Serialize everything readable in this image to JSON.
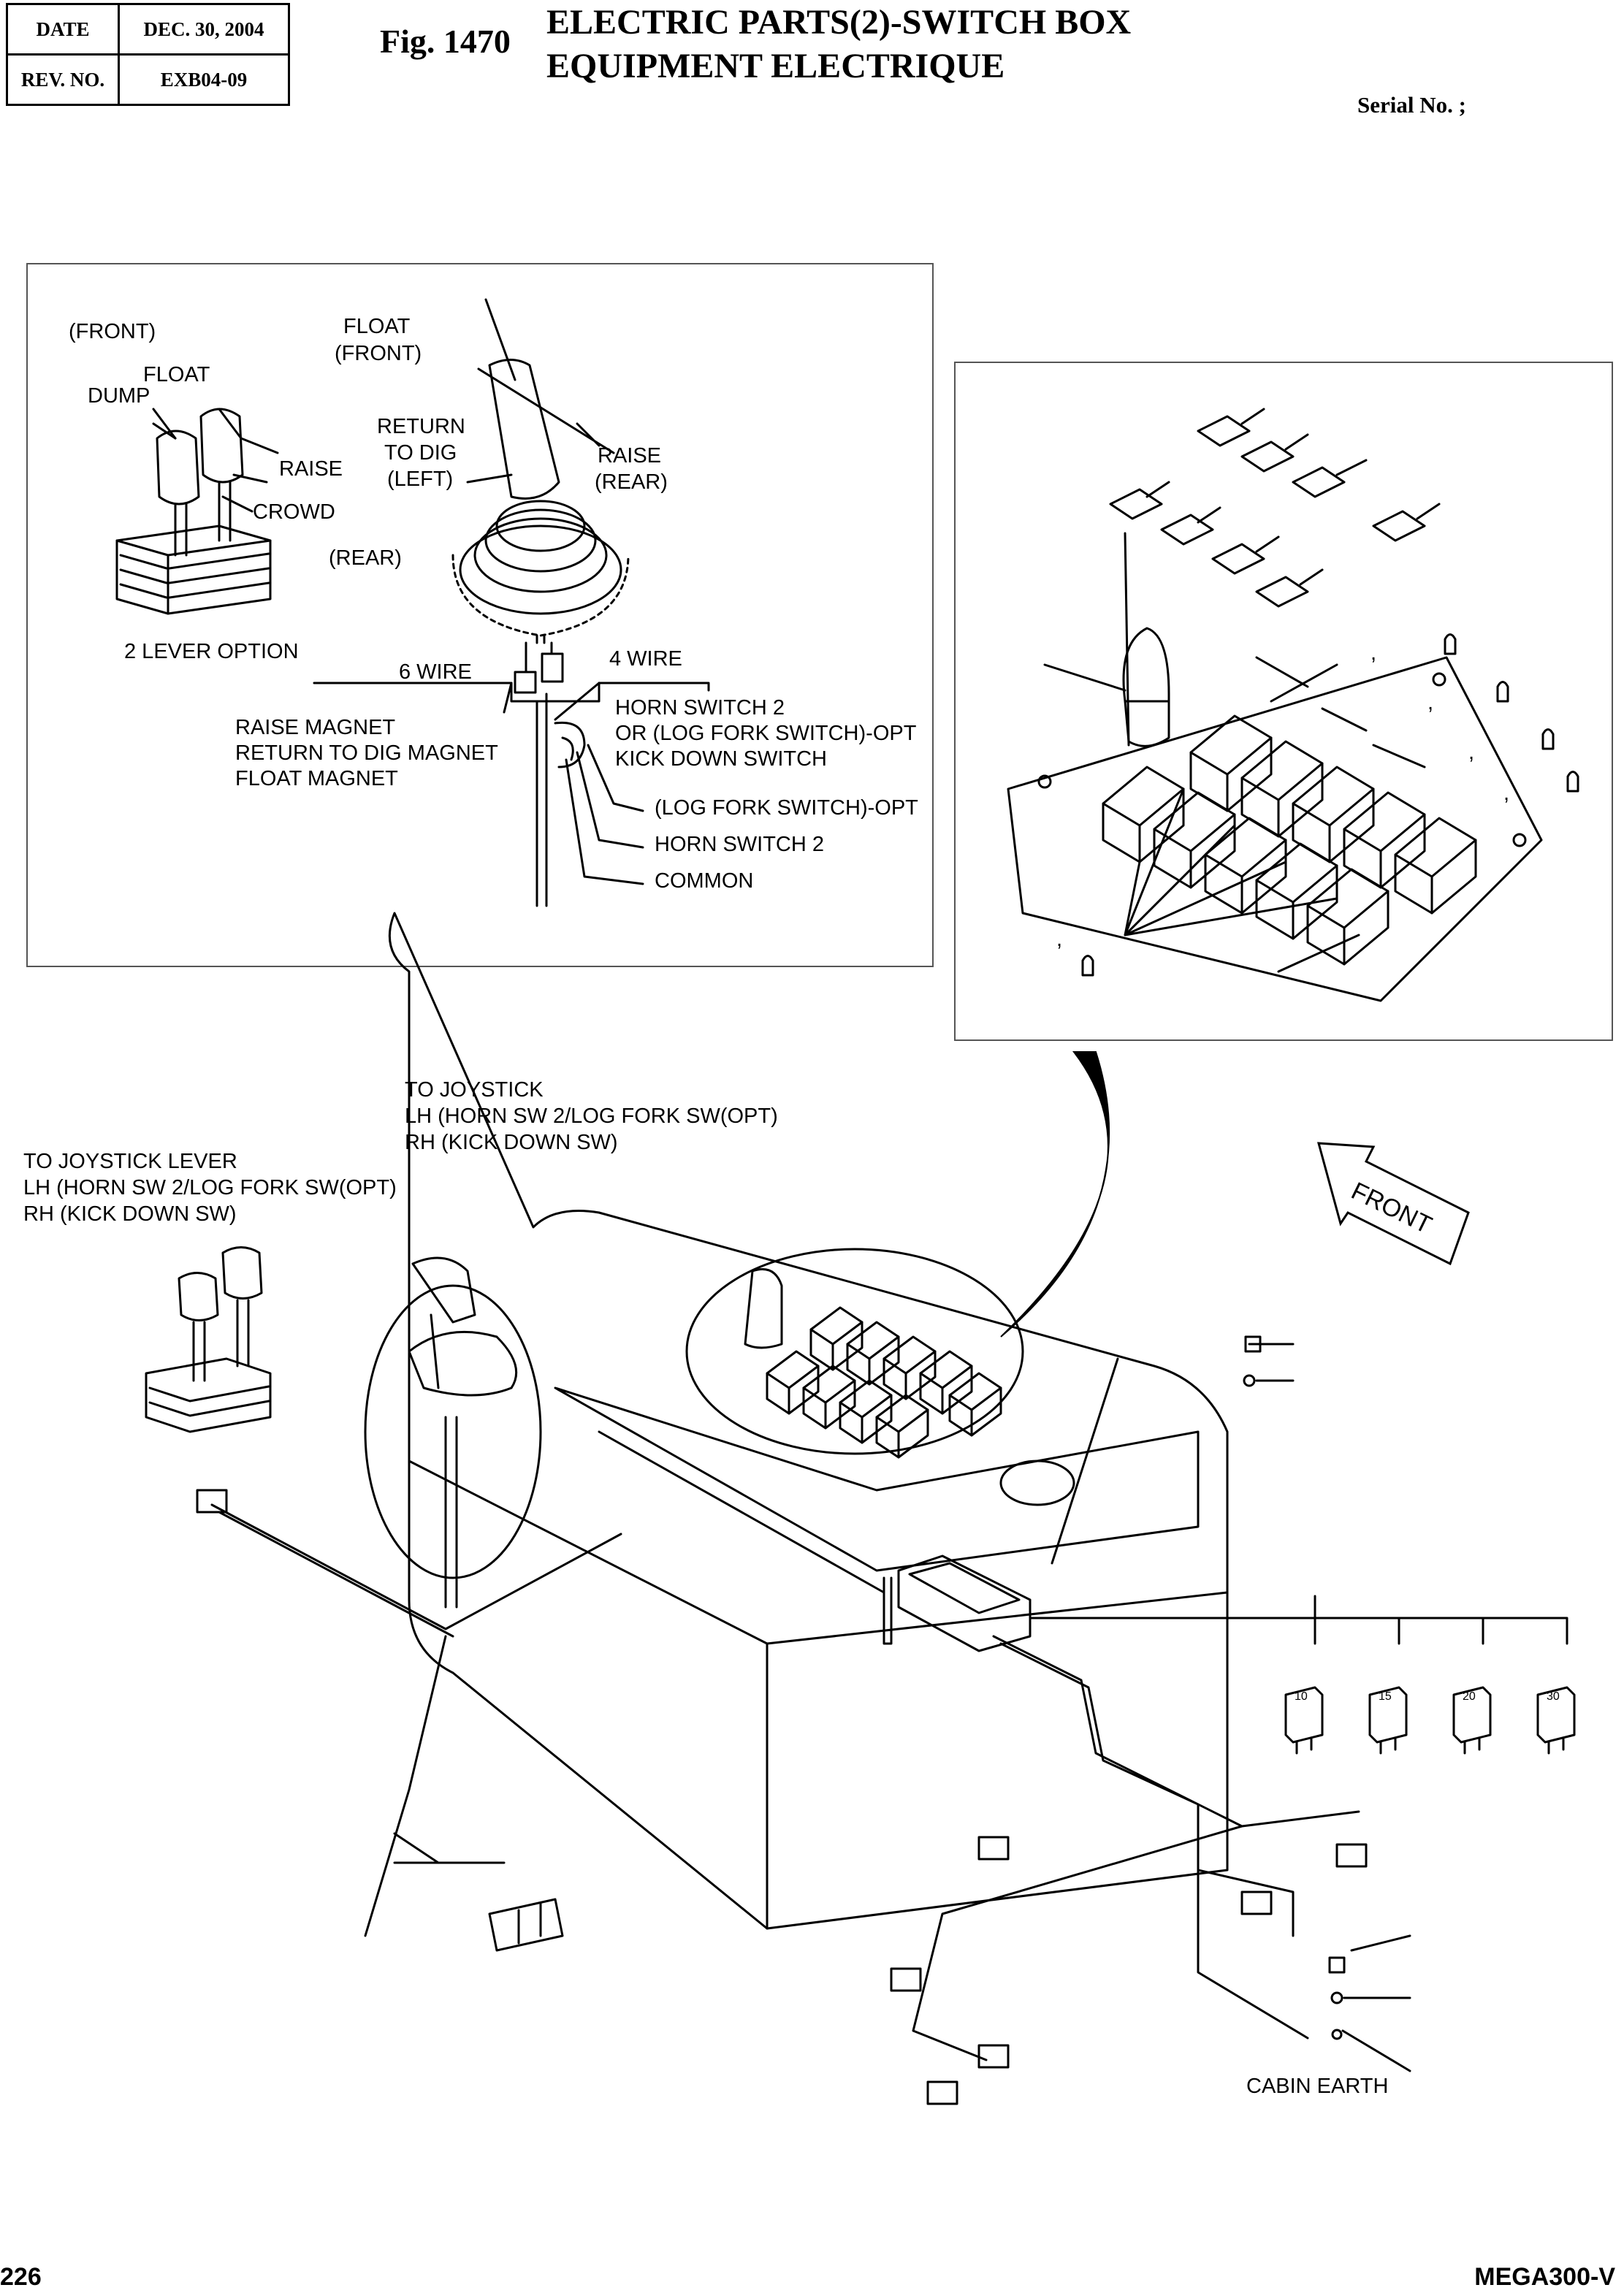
{
  "header": {
    "date_label": "DATE",
    "date_value": "DEC. 30, 2004",
    "rev_label": "REV. NO.",
    "rev_value": "EXB04-09",
    "fig_label": "Fig. 1470",
    "title_line1": "ELECTRIC PARTS(2)-SWITCH BOX",
    "title_line2": "EQUIPMENT ELECTRIQUE",
    "serial": "Serial No. ;"
  },
  "joystick_panel": {
    "front": "(FRONT)",
    "float1": "FLOAT",
    "dump": "DUMP",
    "raise1": "RAISE",
    "crowd": "CROWD",
    "rear1": "(REAR)",
    "lever_option": "2 LEVER OPTION",
    "float2": "FLOAT",
    "float2_sub": "(FRONT)",
    "return_dig": [
      "RETURN",
      "TO DIG",
      "(LEFT)"
    ],
    "raise2": "RAISE",
    "raise2_sub": "(REAR)",
    "six_wire": "6 WIRE",
    "four_wire": "4 WIRE",
    "magnets": [
      "RAISE MAGNET",
      "RETURN TO DIG MAGNET",
      "FLOAT MAGNET"
    ],
    "horn_lines": [
      "HORN SWITCH 2",
      "OR (LOG FORK SWITCH)-OPT",
      "KICK DOWN SWITCH"
    ],
    "log_fork": "(LOG FORK SWITCH)-OPT",
    "horn2": "HORN SWITCH 2",
    "common": "COMMON"
  },
  "switch_panel": {
    "commas": [
      ",",
      ",",
      ",",
      ",",
      ","
    ]
  },
  "main": {
    "to_joystick": [
      "TO JOYSTICK",
      "LH (HORN SW 2/LOG FORK SW(OPT)",
      "RH (KICK DOWN SW)"
    ],
    "to_joystick_lever": [
      "TO JOYSTICK LEVER",
      "LH (HORN SW 2/LOG FORK SW(OPT)",
      "RH (KICK DOWN SW)"
    ],
    "front_arrow": "FRONT",
    "cabin_earth": "CABIN EARTH",
    "fuse_values": [
      "10",
      "15",
      "20",
      "30"
    ]
  },
  "footer": {
    "page": "226",
    "model": "MEGA300-V"
  }
}
